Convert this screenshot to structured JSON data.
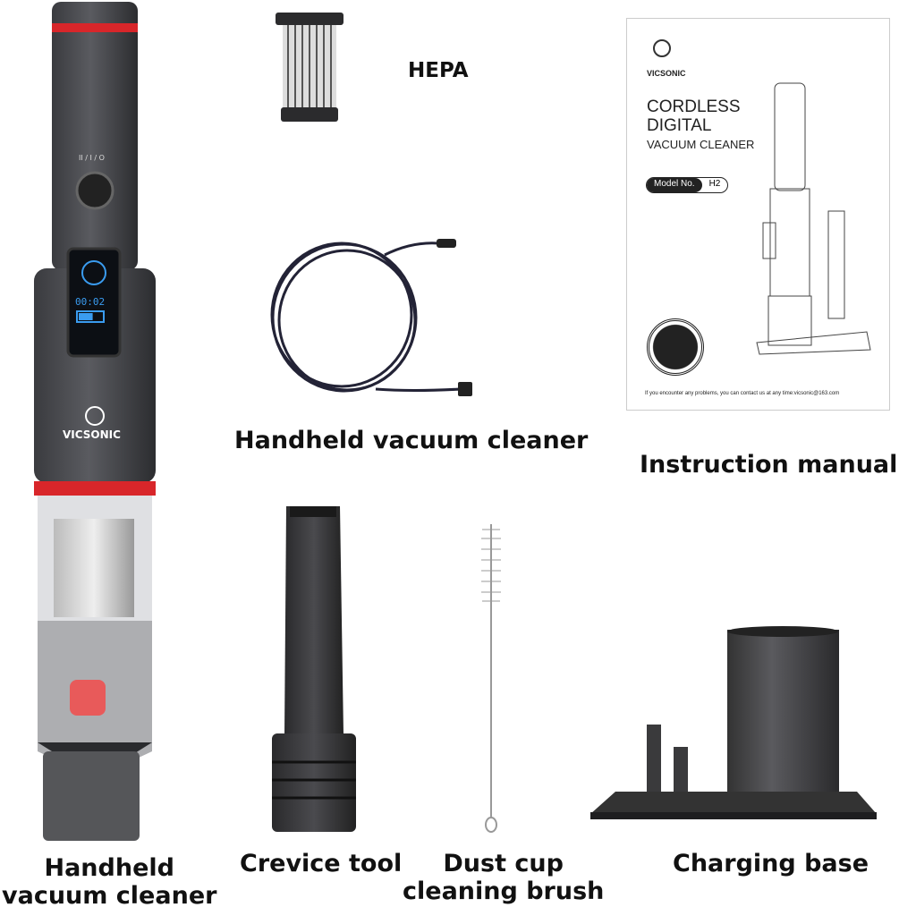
{
  "labels": {
    "hepa": "HEPA",
    "cable": "Handheld vacuum cleaner",
    "manual": "Instruction manual",
    "vacuum_line1": "Handheld",
    "vacuum_line2": "vacuum cleaner",
    "crevice": "Crevice tool",
    "brush_line1": "Dust cup",
    "brush_line2": "cleaning brush",
    "base": "Charging base"
  },
  "vacuum": {
    "brand": "VICSONIC",
    "mode_marks": "II / I / O",
    "display_time": "00:02",
    "battery_level": 0.6
  },
  "manual_cover": {
    "brand": "VICSONIC",
    "title_line1": "CORDLESS",
    "title_line2": "DIGITAL",
    "subtitle": "VACUUM CLEANER",
    "model_label": "Model No.",
    "model_value": "H2",
    "footer": "If you encounter any problems, you can contact us at any time:vicsonic@163.com"
  },
  "colors": {
    "accent_red": "#d8262a",
    "body_gray": "#4a4b4f",
    "display_blue": "#3a9cf0"
  }
}
